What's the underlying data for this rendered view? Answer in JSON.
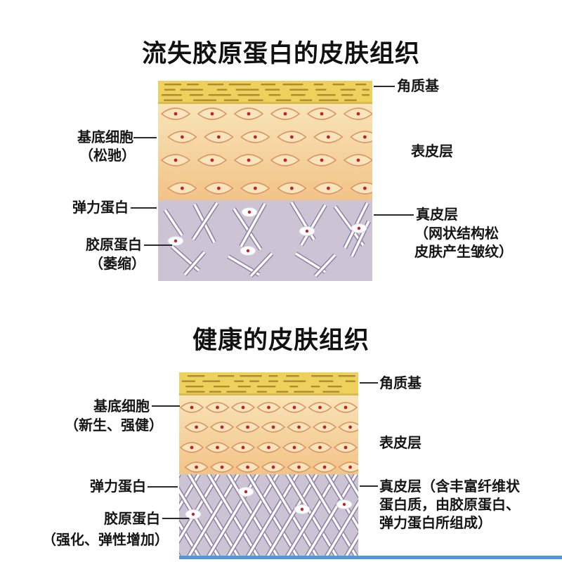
{
  "panel1": {
    "title": "流失胶原蛋白的皮肤组织",
    "labels": {
      "jizhi": "角质基",
      "jidi_1": "基底细胞",
      "jidi_2": "（松驰）",
      "biaopi": "表皮层",
      "tanli": "弹力蛋白",
      "zhenpi_1": "真皮层",
      "zhenpi_2": "（网状结构松",
      "zhenpi_3": "皮肤产生皱纹）",
      "jiaoyuan_1": "胶原蛋白",
      "jiaoyuan_2": "（萎缩）"
    }
  },
  "panel2": {
    "title": "健康的皮肤组织",
    "labels": {
      "jizhi": "角质基",
      "jidi_1": "基底细胞",
      "jidi_2": "（新生、强健）",
      "biaopi": "表皮层",
      "tanli": "弹力蛋白",
      "zhenpi_1": "真皮层（含丰富纤维状",
      "zhenpi_2": "蛋白质，由胶原蛋白、",
      "zhenpi_3": "弹力蛋白所组成）",
      "jiaoyuan_1": "胶原蛋白",
      "jiaoyuan_2": "（强化、弹性增加）"
    }
  },
  "colors": {
    "stratum": "#eed05c",
    "stratum_dash": "#ab8c32",
    "stratum_edge": "#d9bb4e",
    "epidermis_top": "#f8e4b8",
    "epidermis_bottom": "#f2c387",
    "cell_fill": "#f8e5bd",
    "cell_stroke": "#dd9764",
    "cell_dot": "#c42222",
    "dermis": "#ccc4d4",
    "fiber": "#8f84a8",
    "connector": "#2a2a2a",
    "bottom_line": "#4f97dd"
  }
}
